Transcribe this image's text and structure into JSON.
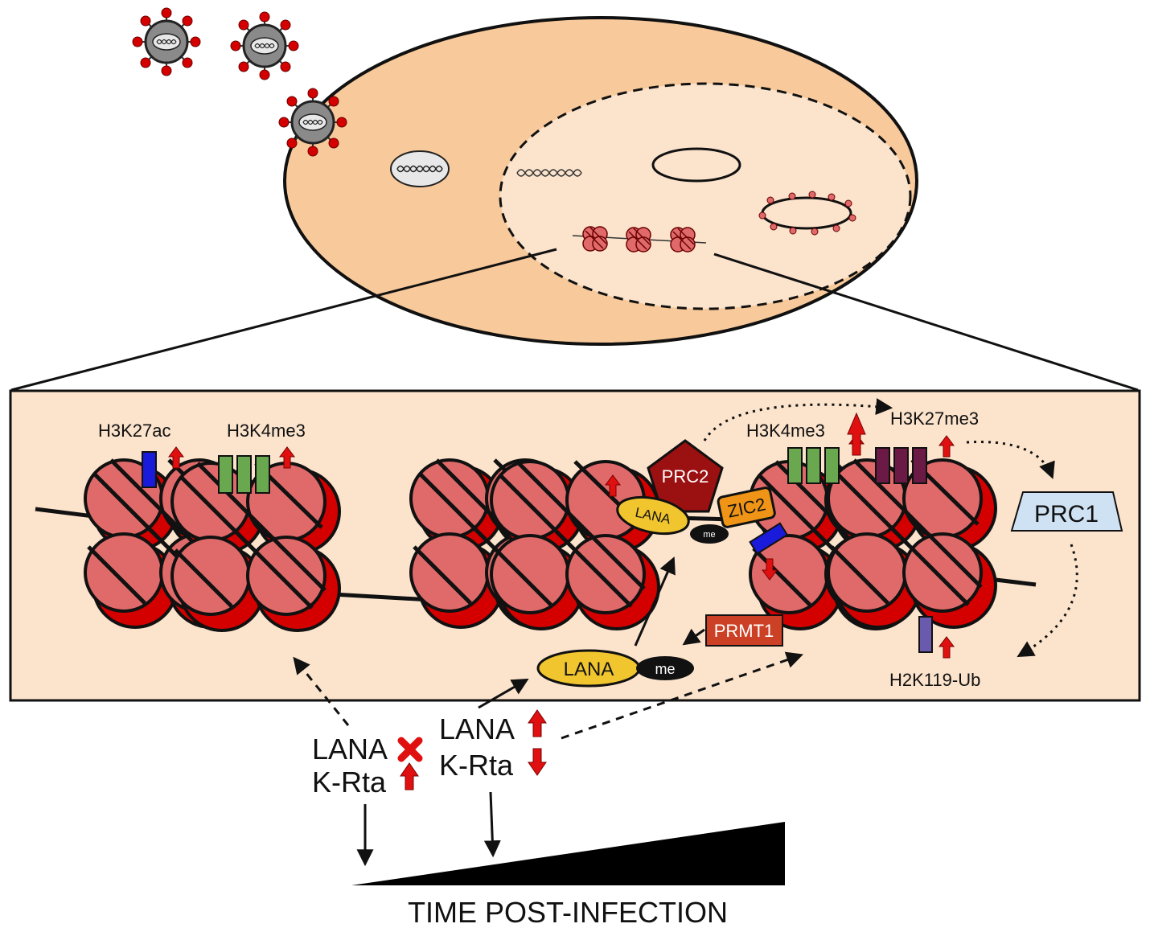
{
  "labels": {
    "h3k27ac": "H3K27ac",
    "h3k4me3_left": "H3K4me3",
    "h3k4me3_right": "H3K4me3",
    "h3k27me3": "H3K27me3",
    "prc2": "PRC2",
    "zic2": "ZIC2",
    "prc1": "PRC1",
    "prmt1": "PRMT1",
    "h2k119ub": "H2K119-Ub",
    "lana_small": "LANA",
    "me_small": "me",
    "lana_mid": "LANA",
    "me_mid": "me",
    "cond1_lana": "LANA",
    "cond1_krta": "K-Rta",
    "cond2_lana": "LANA",
    "cond2_krta": "K-Rta",
    "time_axis": "TIME POST-INFECTION"
  },
  "colors": {
    "cell": "#f8c99b",
    "nucleus": "#fbe3cc",
    "panel": "#fbe3cc",
    "histone": "#e06a6a",
    "histone_dark": "#d40000",
    "virion": "#8a8a8a",
    "spike": "#d40000",
    "h3k27ac_mark": "#1a1adb",
    "h3k4me3_mark": "#6aa84f",
    "h3k27me3_mark": "#6b1a45",
    "h2k119ub_mark": "#6a5aad",
    "prc2": "#9b1010",
    "zic2": "#ef9416",
    "prc1": "#cfe2f3",
    "prmt1": "#cc4125",
    "lana": "#f0c52e",
    "arrow_up_down": "#e01010"
  },
  "icons": [
    "virion-icon",
    "dna-icon",
    "nucleosome-icon",
    "episome-icon",
    "up-arrow-icon",
    "down-arrow-icon",
    "x-mark-icon"
  ]
}
